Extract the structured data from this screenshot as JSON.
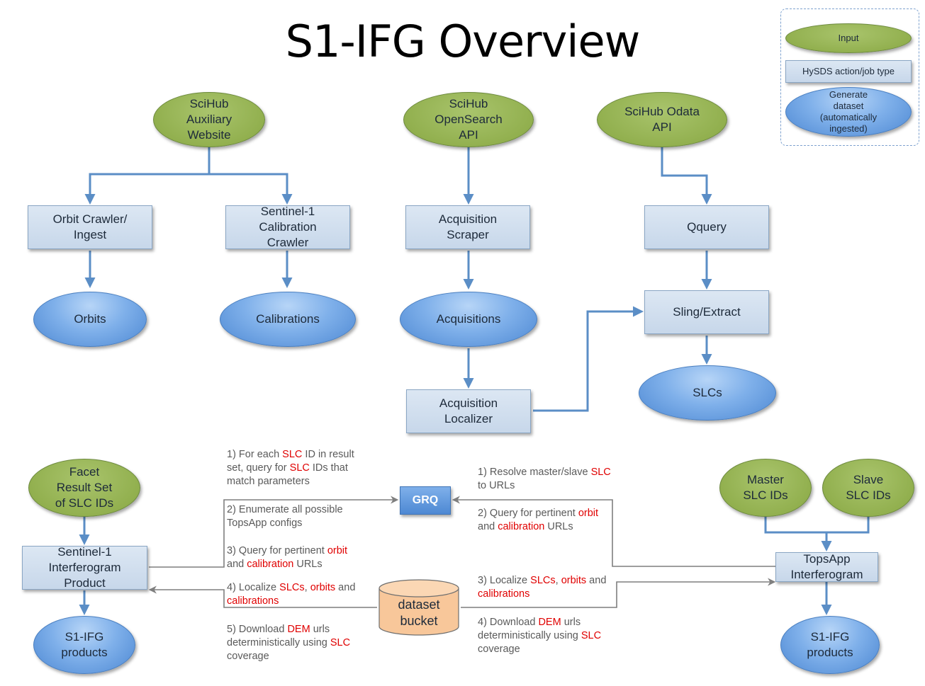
{
  "title": "S1-IFG Overview",
  "legend": {
    "input": "Input",
    "action": "HySDS action/job type",
    "dataset": "Generate\ndataset\n(automatically\ningested)"
  },
  "nodes": {
    "scihub_aux": "SciHub\nAuxiliary\nWebsite",
    "scihub_opensearch": "SciHub\nOpenSearch\nAPI",
    "scihub_odata": "SciHub Odata\nAPI",
    "orbit_crawler": "Orbit Crawler/\nIngest",
    "calibration_crawler": "Sentinel-1\nCalibration\nCrawler",
    "acquisition_scraper": "Acquisition\nScraper",
    "qquery": "Qquery",
    "orbits": "Orbits",
    "calibrations": "Calibrations",
    "acquisitions": "Acquisitions",
    "sling_extract": "Sling/Extract",
    "acquisition_localizer": "Acquisition\nLocalizer",
    "slcs": "SLCs",
    "facet_result_set": "Facet\nResult Set\nof SLC IDs",
    "ifg_product": "Sentinel-1\nInterferogram\nProduct",
    "s1ifg_products_left": "S1-IFG\nproducts",
    "grq": "GRQ",
    "dataset_bucket": "dataset\nbucket",
    "master_slc": "Master\nSLC IDs",
    "slave_slc": "Slave\nSLC IDs",
    "topsapp": "TopsApp\nInterferogram",
    "s1ifg_products_right": "S1-IFG\nproducts"
  },
  "notes": {
    "left1": "1) For each SLC ID in result\nset, query for SLC IDs that\nmatch parameters",
    "left2": "2) Enumerate all possible\nTopsApp configs",
    "left3": "3) Query for pertinent orbit\nand calibration URLs",
    "left4": "4) Localize SLCs, orbits and\ncalibrations",
    "left5": "5) Download DEM urls\ndeterministically using SLC\ncoverage",
    "right1": "1) Resolve master/slave SLC\nto URLs",
    "right2": "2) Query for pertinent orbit\nand calibration URLs",
    "right3": "3) Localize SLCs, orbits and\ncalibrations",
    "right4": "4) Download DEM urls\ndeterministically using SLC\ncoverage"
  },
  "highlight_words": [
    "SLC",
    "SLCs",
    "orbit",
    "orbits",
    "calibration",
    "calibrations",
    "DEM"
  ],
  "colors": {
    "input": "#92b04f",
    "action": "#c7d7ea",
    "dataset": "#5e96dc",
    "arrow": "#5b8ec6",
    "connector": "#7f7f7f",
    "highlight": "#e00000",
    "bucket": "#f8c79a"
  }
}
